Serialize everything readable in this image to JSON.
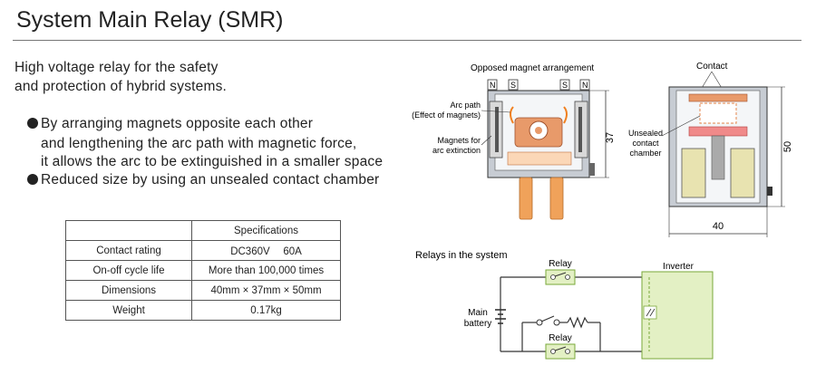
{
  "header": {
    "title": "System Main Relay (SMR)"
  },
  "intro": {
    "line1": "High voltage relay for the safety",
    "line2": "and protection of hybrid systems."
  },
  "bullets": [
    {
      "lines": [
        "By arranging magnets opposite each other",
        "and lengthening the arc path with magnetic force,",
        "it allows the arc to be extinguished in a smaller space"
      ]
    },
    {
      "lines": [
        "Reduced size by using an unsealed contact chamber"
      ]
    }
  ],
  "specs": {
    "header": "Specifications",
    "rows": [
      {
        "label": "Contact rating",
        "value": "DC360V　 60A"
      },
      {
        "label": "On-off cycle life",
        "value": "More than 100,000 times"
      },
      {
        "label": "Dimensions",
        "value": "40mm × 37mm × 50mm"
      },
      {
        "label": "Weight",
        "value": "0.17kg"
      }
    ]
  },
  "diagram1": {
    "title": "Opposed magnet arrangement",
    "arc_path": [
      "Arc path",
      "(Effect of magnets)"
    ],
    "magnets": [
      "Magnets for",
      "arc extinction"
    ],
    "poles": [
      "N",
      "S",
      "S",
      "N"
    ],
    "dim": "37"
  },
  "diagram2": {
    "contact": "Contact",
    "unsealed": [
      "Unsealed",
      "contact",
      "chamber"
    ],
    "dim_width": "40",
    "dim_height": "50"
  },
  "circuit": {
    "title": "Relays in the system",
    "relay_top": "Relay",
    "relay_bottom": "Relay",
    "inverter": "Inverter",
    "battery": [
      "Main",
      "battery"
    ]
  },
  "colors": {
    "relay_fill": "#e3f0c4",
    "relay_stroke": "#7aa83a",
    "inverter_fill": "#e3f0c4",
    "housing": "#c7ccd3",
    "magnet": "#d9d9d9",
    "terminal": "#f0a25a",
    "copper": "#e89a6a",
    "arc": "#f08020"
  }
}
